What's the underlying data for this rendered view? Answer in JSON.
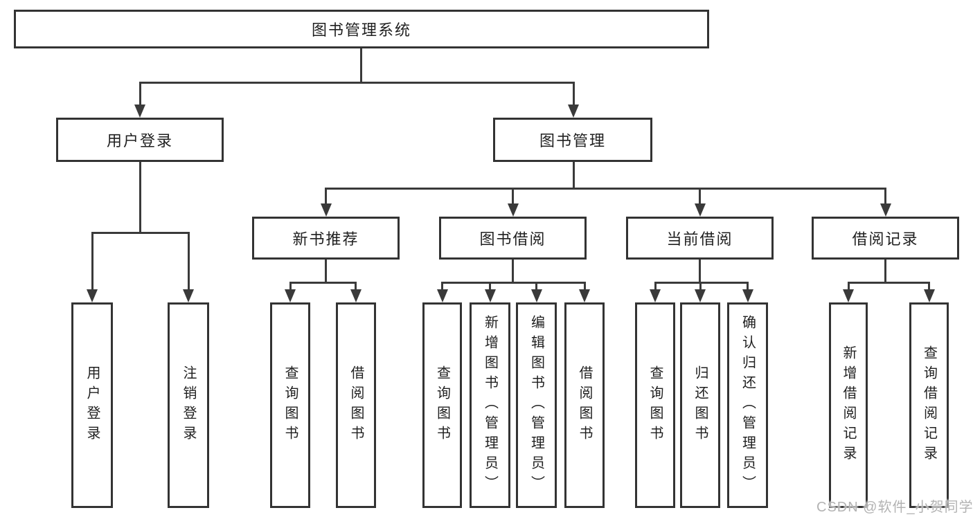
{
  "colors": {
    "background": "#ffffff",
    "line": "#3a3a3a",
    "box_border": "#333333",
    "text": "#1f1f1f",
    "watermark_text": "#b3b3b3"
  },
  "diagram": {
    "root": {
      "label": "图书管理系统"
    },
    "level2": {
      "user_login": {
        "label": "用户登录"
      },
      "book_management": {
        "label": "图书管理"
      }
    },
    "level3": {
      "new_book_recommendation": {
        "label": "新书推荐"
      },
      "book_borrowing": {
        "label": "图书借阅"
      },
      "current_borrowing": {
        "label": "当前借阅"
      },
      "borrowing_records": {
        "label": "借阅记录"
      }
    },
    "leaves": {
      "user_login": {
        "label": "用户登录"
      },
      "logout": {
        "label": "注销登录"
      },
      "recommend_query_books": {
        "label": "查询图书"
      },
      "recommend_borrow_books": {
        "label": "借阅图书"
      },
      "borrowing_query_books": {
        "label": "查询图书"
      },
      "borrowing_add_books": {
        "label": "新增图书（管理员）"
      },
      "borrowing_edit_books": {
        "label": "编辑图书（管理员）"
      },
      "borrowing_borrow_books": {
        "label": "借阅图书"
      },
      "current_query_books": {
        "label": "查询图书"
      },
      "current_return_books": {
        "label": "归还图书"
      },
      "current_confirm_return": {
        "label": "确认归还（管理员）"
      },
      "records_add_record": {
        "label": "新增借阅记录"
      },
      "records_query_record": {
        "label": "查询借阅记录"
      }
    }
  },
  "watermark": {
    "text": "CSDN @软件_小贺同学"
  }
}
